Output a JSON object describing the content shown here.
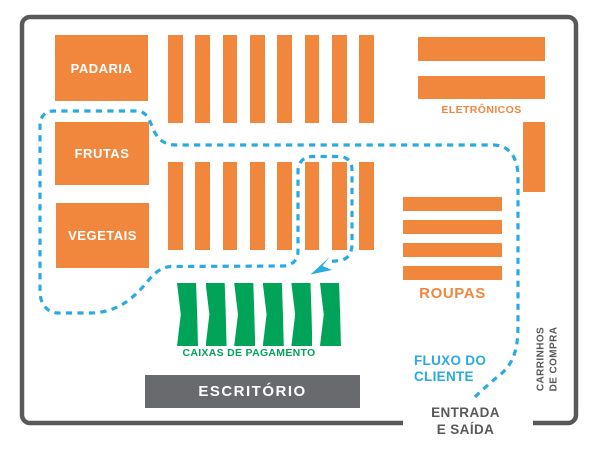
{
  "diagram_title": "supermarket-floor-plan",
  "palette": {
    "orange": "#F1873D",
    "green": "#00A459",
    "blue": "#29ABE2",
    "gray": "#58595B",
    "office": "#696A6D",
    "background": "#FFFFFF"
  },
  "areas": {
    "padaria": {
      "label": "PADARIA"
    },
    "frutas": {
      "label": "FRUTAS"
    },
    "vegetais": {
      "label": "VEGETAIS"
    },
    "eletronicos": {
      "label": "ELETRÔNICOS"
    },
    "roupas": {
      "label": "ROUPAS"
    },
    "caixas": {
      "label": "CAIXAS DE PAGAMENTO"
    },
    "escritorio": {
      "label": "ESCRITÓRIO"
    },
    "carrinhos": {
      "line1": "CARRINHOS",
      "line2": "DE COMPRA"
    },
    "fluxo": {
      "line1": "FLUXO DO",
      "line2": "CLIENTE"
    },
    "entrada": {
      "line1": "ENTRADA",
      "line2": "E SAÍDA"
    }
  },
  "shelving": {
    "top_aisles": {
      "count": 8
    },
    "middle_aisles": {
      "count": 8
    },
    "eletronicos_shelves": {
      "count": 2
    },
    "roupas_shelves": {
      "count": 4
    },
    "checkout_lanes": {
      "count": 6
    }
  }
}
